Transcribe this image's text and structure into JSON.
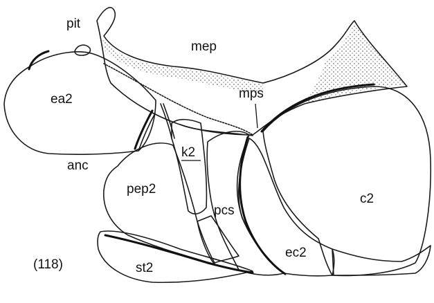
{
  "figure": {
    "number": "(118)",
    "labels": {
      "pit": "pit",
      "mep": "mep",
      "mps": "mps",
      "ea2": "ea2",
      "anc": "anc",
      "k2": "k2",
      "pep2": "pep2",
      "pcs": "pcs",
      "c2": "c2",
      "ec2": "ec2",
      "st2": "st2"
    }
  }
}
